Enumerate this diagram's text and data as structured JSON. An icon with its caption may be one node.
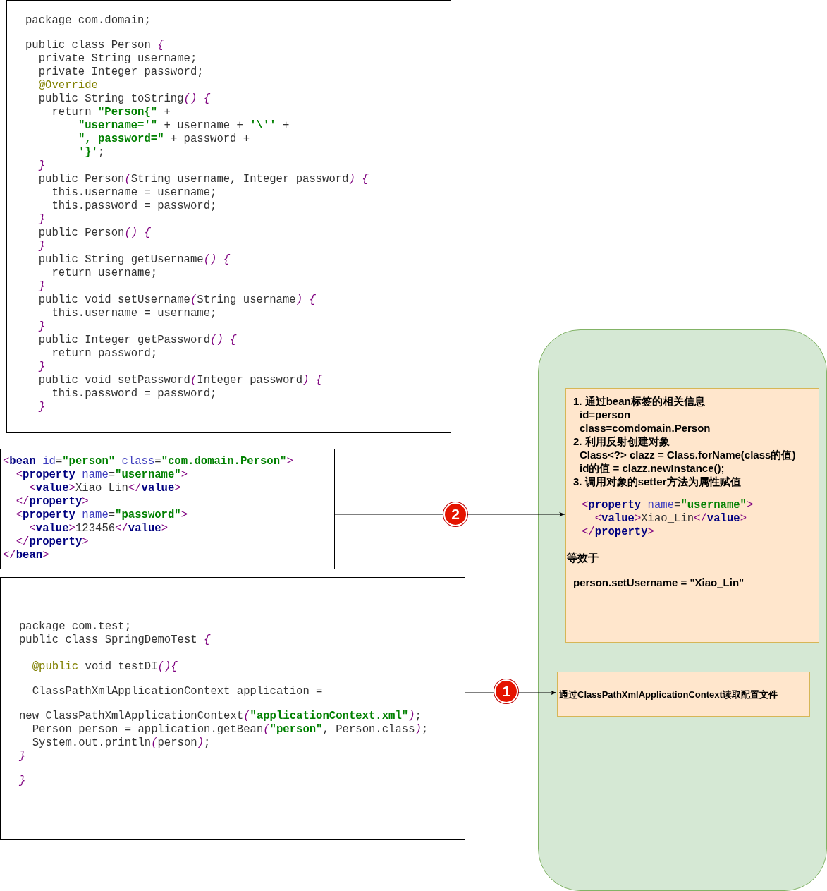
{
  "diagram": {
    "nodes": [
      {
        "text": [
          "package com.domain;",
          "public class Person {",
          "  private String username;",
          "  private Integer password;",
          "  @Override",
          "  public String toString() {",
          "    return \"Person{\" +",
          "        \"username='\" + username + '\\'' +",
          "        \", password=\" + password +",
          "        '}';",
          "  }",
          "  public Person(String username, Integer password) {",
          "    this.username = username;",
          "    this.password = password;",
          "  }",
          "  public Person() {",
          "  }",
          "  public String getUsername() {",
          "    return username;",
          "  }",
          "  public void setUsername(String username) {",
          "    this.username = username;",
          "  }",
          "  public Integer getPassword() {",
          "    return password;",
          "  }",
          "  public void setPassword(Integer password) {",
          "    this.password = password;",
          "  }"
        ]
      },
      {
        "text": [
          "<bean id=\"person\" class=\"com.domain.Person\">",
          "  <property name=\"username\">",
          "    <value>Xiao_Lin</value>",
          "  </property>",
          "  <property name=\"password\">",
          "    <value>123456</value>",
          "  </property>",
          "</bean>"
        ]
      },
      {
        "text": [
          "2"
        ]
      },
      {
        "text": [
          "package com.test;",
          "public class SpringDemoTest {",
          "  @public void testDI(){",
          "  ClassPathXmlApplicationContext application =",
          "new ClassPathXmlApplicationContext(\"applicationContext.xml\");",
          "  Person person = application.getBean(\"person\", Person.class);",
          "  System.out.println(person);",
          "}",
          "}"
        ]
      },
      {
        "text": [
          "1"
        ]
      },
      {
        "text": [],
        "shape": "box"
      },
      {
        "text": [
          "1. 通过bean标签的相关信息",
          "id=person",
          "class=comdomain.Person",
          "2. 利用反射创建对象",
          "Class<?> clazz = Class.forName(class的值)",
          "id的值 = clazz.newInstance();",
          "3. 调用对象的setter方法为属性赋值",
          "<property name=\"username\">",
          "  <value>Xiao_Lin</value>",
          "</property>",
          "等效于",
          "person.setUsername = \"Xiao_Lin\""
        ],
        "in": 5
      },
      {
        "text": [
          "通过ClassPathXmlApplicationContext读取配置文件"
        ],
        "in": 5
      }
    ],
    "edges": [
      {
        "from": 1,
        "to": 2,
        "arrow": "none"
      },
      {
        "from": 2,
        "to": 6,
        "arrow": "to"
      },
      {
        "from": 3,
        "to": 4,
        "arrow": "none"
      },
      {
        "from": 4,
        "to": 7,
        "arrow": "to"
      }
    ]
  }
}
